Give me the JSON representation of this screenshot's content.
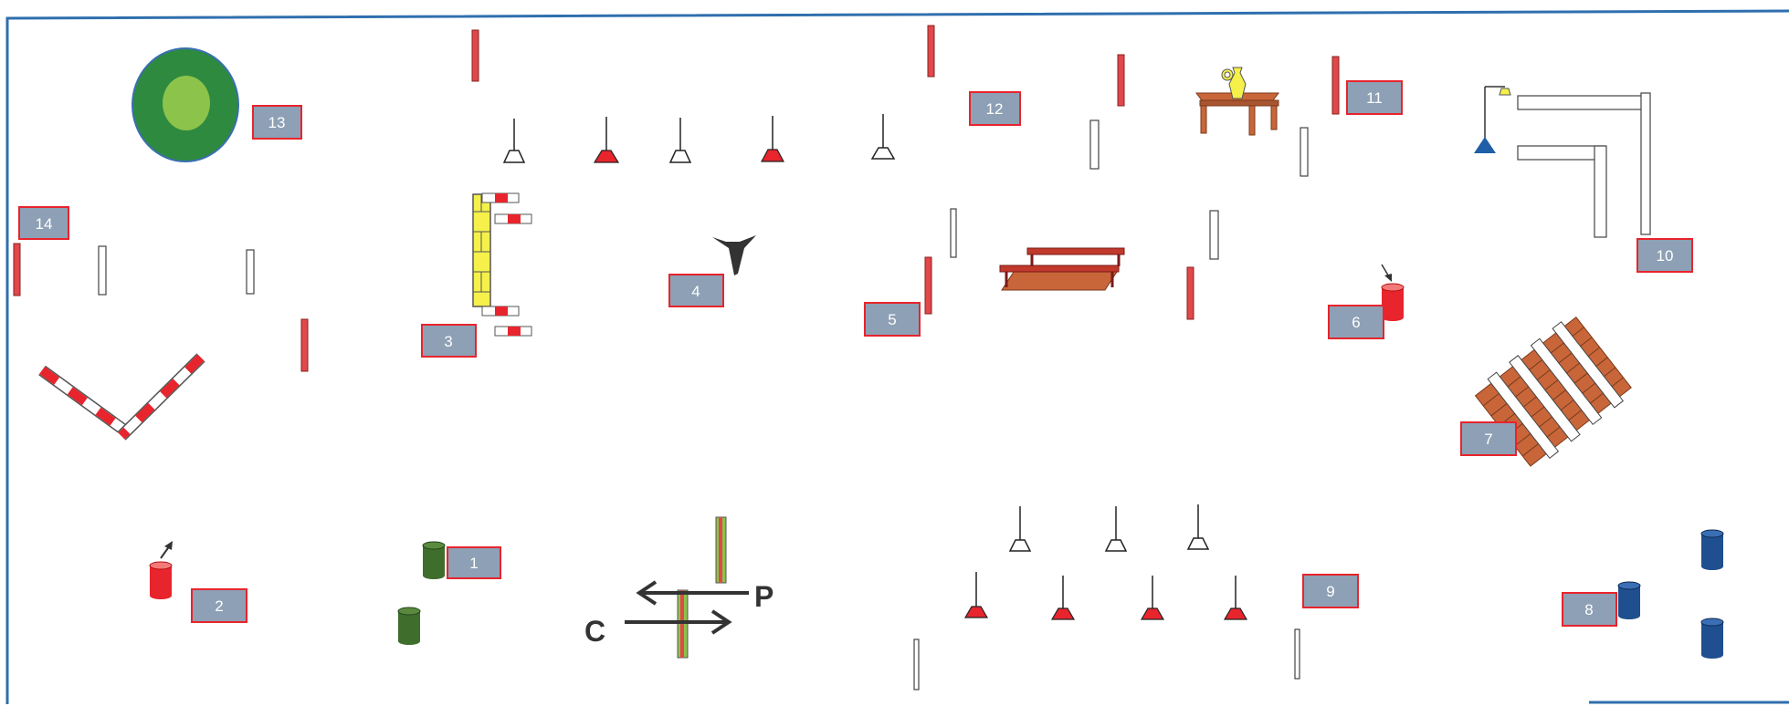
{
  "colors": {
    "frame": "#2f6fae",
    "label_box": "#8da0b5",
    "label_border": "#e8242c",
    "pole_red": "#e0484a",
    "pole_white": "#ffffff",
    "green_dark": "#2e8a3e",
    "green_light": "#8cc34a",
    "yellow": "#f5f04a",
    "brown": "#c8663a",
    "barrel_green": "#3f6e2c",
    "barrel_blue": "#1f4f8f",
    "barrel_red": "#e8242c"
  },
  "labels": {
    "n1": "1",
    "n2": "2",
    "n3": "3",
    "n4": "4",
    "n5": "5",
    "n6": "6",
    "n7": "7",
    "n8": "8",
    "n9": "9",
    "n10": "10",
    "n11": "11",
    "n12": "12",
    "n13": "13",
    "n14": "14"
  },
  "letters": {
    "c": "C",
    "p": "P"
  },
  "icons": [
    "barrel-icon",
    "cone-icon",
    "pole-icon",
    "pond-icon",
    "table-icon",
    "vase-icon",
    "lamp-icon",
    "arrow-icon",
    "bridge-icon",
    "gate-icon",
    "rails-icon",
    "zigzag-rail-icon",
    "tag-icon"
  ]
}
